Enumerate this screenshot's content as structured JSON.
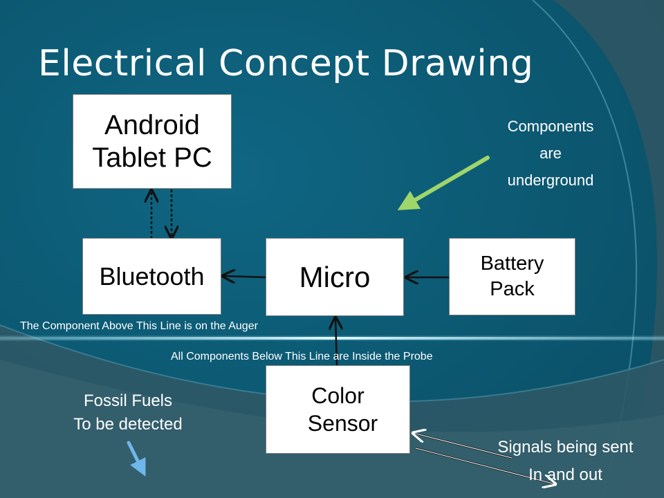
{
  "slide": {
    "title": "Electrical Concept Drawing"
  },
  "boxes": {
    "android_line1": "Android",
    "android_line2": "Tablet PC",
    "bluetooth": "Bluetooth",
    "micro": "Micro",
    "battery_line1": "Battery",
    "battery_line2": "Pack",
    "sensor_line1": "Color",
    "sensor_line2": "Sensor"
  },
  "annotations": {
    "components_line1": "Components",
    "components_line2": "are",
    "components_line3": "underground",
    "auger_line": "The Component  Above This Line is on the Auger",
    "probe_line": "All Components Below This Line are Inside the Probe",
    "fossil_line1": "Fossil Fuels",
    "fossil_line2": "To be detected",
    "signals_line1": "Signals being sent",
    "signals_line2": "In and out"
  },
  "colors": {
    "background": "#0c5a73",
    "ground_line": "#9fe8ff",
    "callout_arrow": "#9fd66a"
  }
}
